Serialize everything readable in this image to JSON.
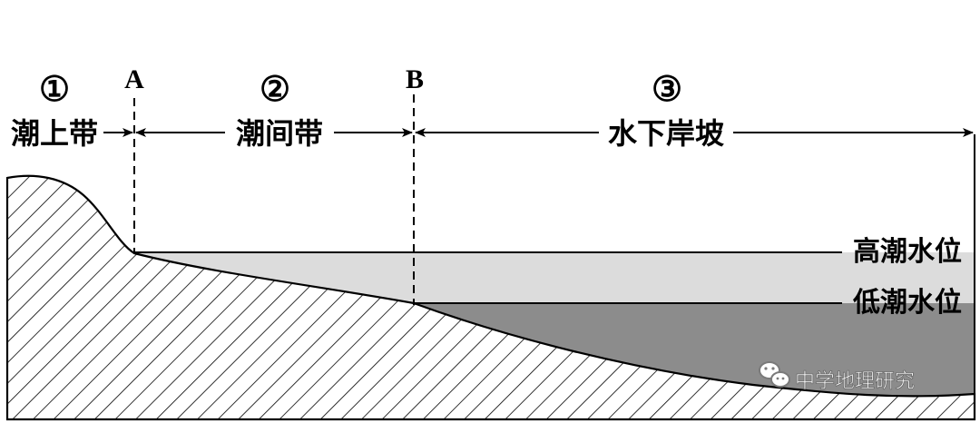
{
  "markers": {
    "a": "A",
    "b": "B"
  },
  "zones": [
    {
      "number": "①",
      "label": "潮上带"
    },
    {
      "number": "②",
      "label": "潮间带"
    },
    {
      "number": "③",
      "label": "水下岸坡"
    }
  ],
  "water_levels": {
    "high": "高潮水位",
    "low": "低潮水位"
  },
  "watermark": {
    "text": "中学地理研究"
  },
  "colors": {
    "land_hatch": "#000000",
    "intertidal_water": "#dcdcdc",
    "subtidal_water": "#8c8c8c",
    "line": "#000000"
  }
}
